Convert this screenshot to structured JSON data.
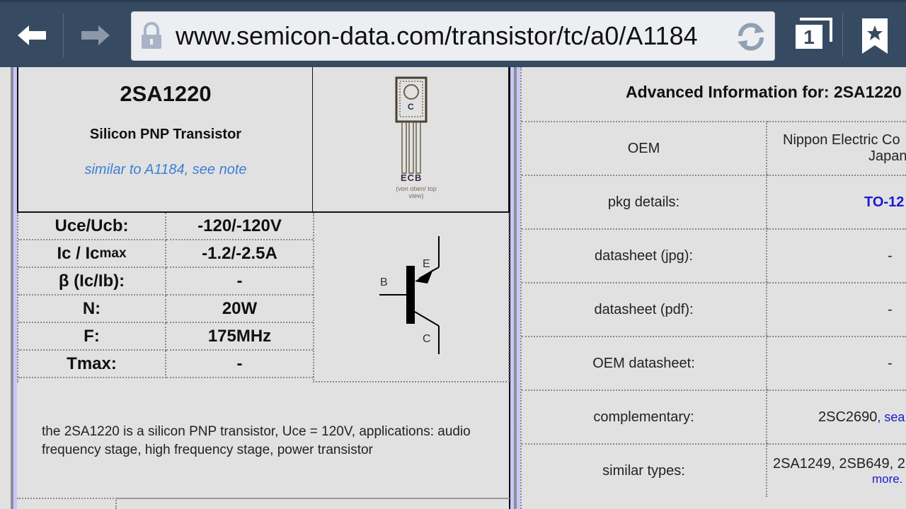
{
  "browser": {
    "url": "www.semicon-data.com/transistor/tc/a0/A1184",
    "tab_count": "1"
  },
  "part": {
    "name": "2SA1220",
    "subtitle": "Silicon PNP Transistor",
    "similar_note": "similar to A1184, see note",
    "package_pins": "ECB",
    "package_top_label": "C",
    "package_view": "(von oben/ top view)"
  },
  "specs": [
    {
      "label": "Uce/Ucb:",
      "value": "-120/-120V"
    },
    {
      "label": "Ic / Ic",
      "label_sub": "max",
      "value": "-1.2/-2.5A"
    },
    {
      "label": "β (Ic/Ib):",
      "value": "-"
    },
    {
      "label": "N:",
      "value": "20W"
    },
    {
      "label": "F:",
      "value": "175MHz"
    },
    {
      "label": "Tmax:",
      "value": "-"
    }
  ],
  "symbol": {
    "e": "E",
    "b": "B",
    "c": "C"
  },
  "description": "the 2SA1220 is a silicon PNP transistor, Uce = 120V, applications: audio frequency stage, high frequency stage, power transistor",
  "advanced": {
    "title": "Advanced Information for: 2SA1220",
    "rows": [
      {
        "label": "OEM",
        "value": "Nippon Electric Co",
        "value2": "Japan"
      },
      {
        "label": "pkg details:",
        "value": "TO-12"
      },
      {
        "label": "datasheet (jpg):",
        "value": "-"
      },
      {
        "label": "datasheet (pdf):",
        "value": "-"
      },
      {
        "label": "OEM datasheet:",
        "value": "-"
      },
      {
        "label": "complementary:",
        "value": "2SC2690",
        "link": ", sea"
      },
      {
        "label": "similar types:",
        "value": "2SA1249, 2SB649, 2",
        "link": "more."
      }
    ]
  }
}
